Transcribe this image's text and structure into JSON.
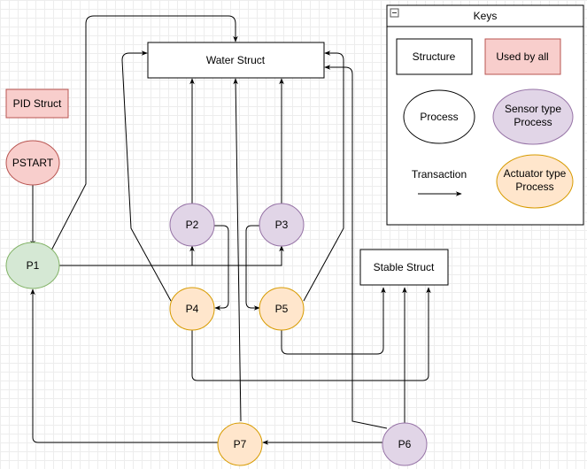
{
  "structures": {
    "water": "Water Struct",
    "stable": "Stable Struct",
    "pid": "PID Struct"
  },
  "processes": {
    "pstart": "PSTART",
    "p1": "P1",
    "p2": "P2",
    "p3": "P3",
    "p4": "P4",
    "p5": "P5",
    "p6": "P6",
    "p7": "P7"
  },
  "legend": {
    "title": "Keys",
    "collapse_symbol": "⊟",
    "structure": "Structure",
    "used_by_all": "Used by all",
    "process": "Process",
    "sensor_line1": "Sensor type",
    "sensor_line2": "Process",
    "transaction": "Transaction",
    "actuator_line1": "Actuator type",
    "actuator_line2": "Process"
  },
  "colors": {
    "used_by_all_fill": "#f8cecc",
    "used_by_all_stroke": "#b85450",
    "start_fill": "#f8cecc",
    "start_stroke": "#b85450",
    "p1_fill": "#d5e8d4",
    "p1_stroke": "#82b366",
    "sensor_fill": "#e1d5e7",
    "sensor_stroke": "#9673a6",
    "actuator_fill": "#ffe6cc",
    "actuator_stroke": "#d79b00",
    "edge": "#000000"
  }
}
